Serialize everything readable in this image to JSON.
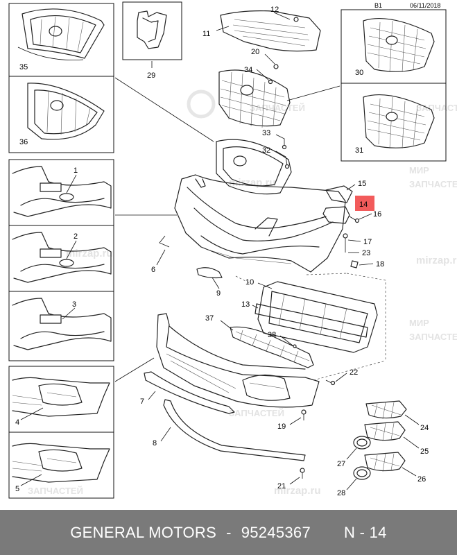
{
  "header": {
    "code": "B1",
    "date": "06/11/2018"
  },
  "highlight_color": "#f25b5b",
  "watermarks": {
    "line1": "МИР",
    "line2": "ЗАПЧАСТЕЙ",
    "site": "mirzap.ru"
  },
  "callouts": {
    "c1": "1",
    "c2": "2",
    "c3": "3",
    "c4": "4",
    "c5": "5",
    "c6": "6",
    "c7": "7",
    "c8": "8",
    "c9": "9",
    "c10": "10",
    "c11": "11",
    "c12": "12",
    "c13": "13",
    "c14": "14",
    "c15": "15",
    "c16": "16",
    "c17": "17",
    "c18": "18",
    "c19": "19",
    "c20": "20",
    "c21": "21",
    "c22": "22",
    "c23": "23",
    "c24": "24",
    "c25": "25",
    "c26": "26",
    "c27": "27",
    "c28": "28",
    "c29": "29",
    "c30": "30",
    "c31": "31",
    "c32": "32",
    "c33": "33",
    "c34": "34",
    "c35": "35",
    "c36": "36",
    "c37": "37",
    "c38": "38"
  },
  "footer": {
    "brand": "GENERAL MOTORS",
    "separator": "-",
    "part_number": "95245367",
    "page": "N - 14"
  }
}
